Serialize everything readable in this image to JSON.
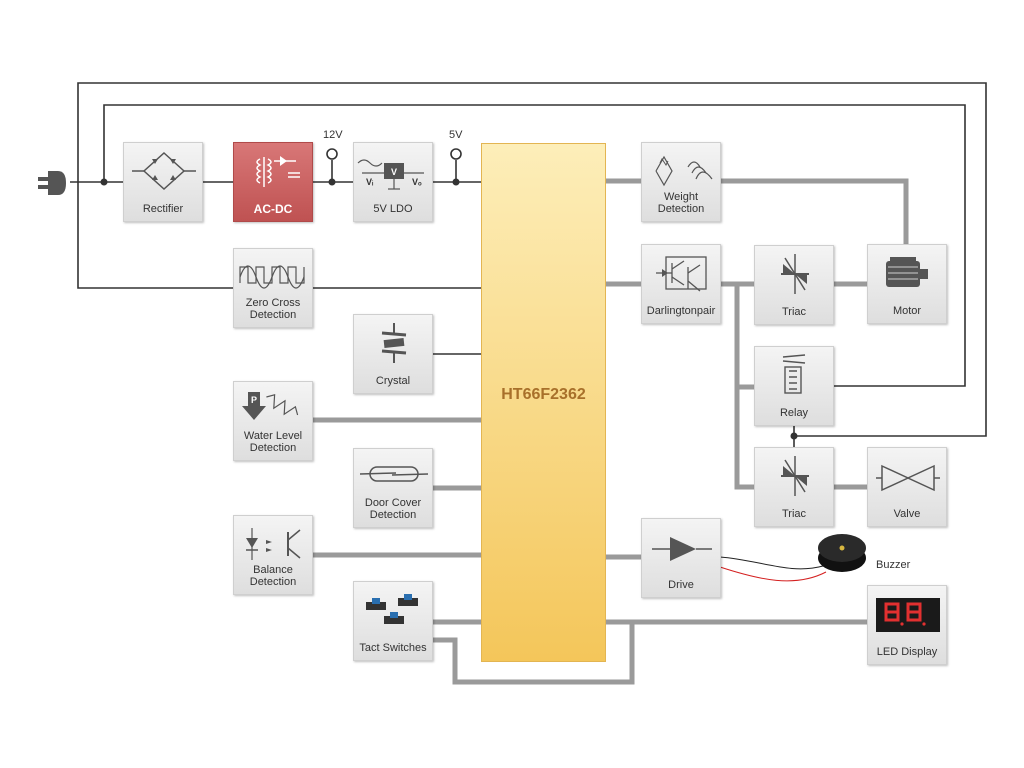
{
  "mcu": {
    "label": "HT66F2362"
  },
  "voltages": {
    "v12": "12V",
    "v5": "5V"
  },
  "blocks": {
    "rectifier": "Rectifier",
    "acdc": "AC-DC",
    "ldo": "5V LDO",
    "ldo_vi": "Vᵢ",
    "ldo_vo": "Vₒ",
    "ldo_v": "V",
    "zero_cross": [
      "Zero Cross",
      "Detection"
    ],
    "crystal": "Crystal",
    "water_level": [
      "Water Level",
      "Detection"
    ],
    "water_level_p": "P",
    "door_cover": [
      "Door Cover",
      "Detection"
    ],
    "balance": [
      "Balance",
      "Detection"
    ],
    "tact_switches": "Tact Switches",
    "weight": [
      "Weight",
      "Detection"
    ],
    "darlington": "Darlingtonpair",
    "triac_top": "Triac",
    "motor": "Motor",
    "relay": "Relay",
    "triac_bottom": "Triac",
    "valve": "Valve",
    "drive": "Drive",
    "buzzer": "Buzzer",
    "led_display": "LED Display"
  },
  "colors": {
    "acdc": "#c95e5e",
    "mcu_top": "#fdeeb9",
    "mcu_bottom": "#f4c65a",
    "bus": "#9a9a9a",
    "wire": "#333333"
  }
}
